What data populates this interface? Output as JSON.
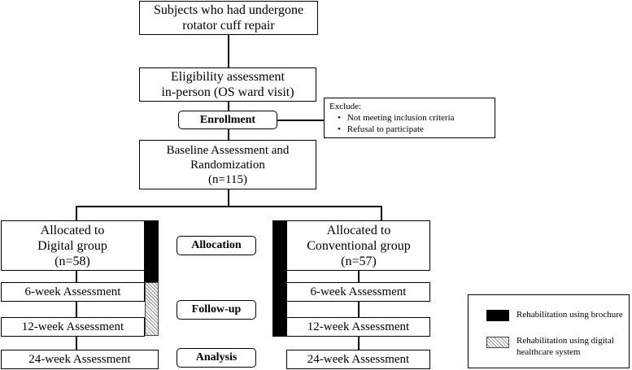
{
  "flow": {
    "subjects": {
      "line1": "Subjects who had undergone",
      "line2": "rotator cuff repair"
    },
    "eligibility": {
      "line1": "Eligibility assessment",
      "line2": "in-person (OS ward visit)"
    },
    "baseline": {
      "line1": "Baseline Assessment and",
      "line2": "Randomization",
      "line3": "(n=115)"
    },
    "digital": {
      "line1": "Allocated to",
      "line2": "Digital group",
      "line3": "(n=58)"
    },
    "conventional": {
      "line1": "Allocated to",
      "line2": "Conventional group",
      "line3": "(n=57)"
    },
    "left_assessments": [
      "6-week Assessment",
      "12-week Assessment",
      "24-week Assessment"
    ],
    "right_assessments": [
      "6-week Assessment",
      "12-week Assessment",
      "24-week Assessment"
    ]
  },
  "stages": {
    "enrollment": "Enrollment",
    "allocation": "Allocation",
    "followup": "Follow-up",
    "analysis": "Analysis"
  },
  "exclude": {
    "title": "Exclude:",
    "items": [
      "Not meeting inclusion criteria",
      "Refusal to participate"
    ]
  },
  "legend": {
    "brochure": "Rehabilitation using brochure",
    "digital_line1": "Rehabilitation using digital",
    "digital_line2": "healthcare system"
  },
  "colors": {
    "brochure_fill": "#000000",
    "digital_pattern": "diagonal-hatch"
  }
}
